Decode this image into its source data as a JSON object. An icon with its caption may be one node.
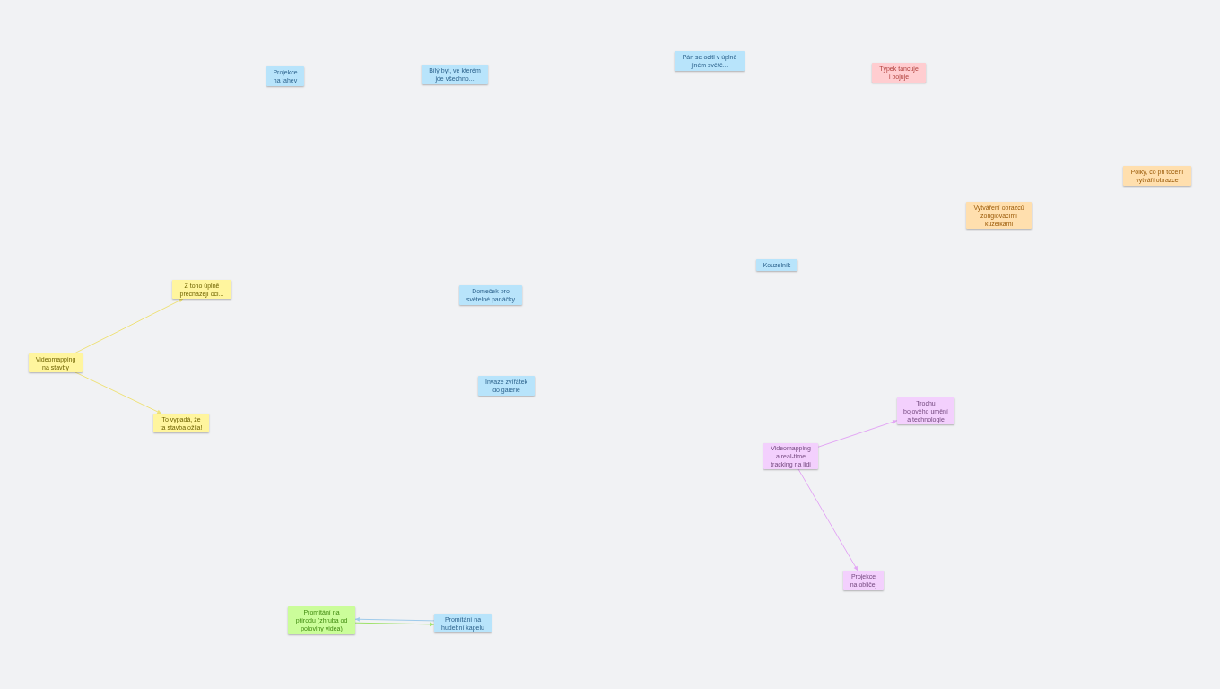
{
  "diagram": {
    "nodes": [
      {
        "text": [
          "Projekce na lahev"
        ]
      },
      {
        "text": [
          "Bílý byt, ve kterém jde všechno..."
        ]
      },
      {
        "text": [
          "Pán se ocitl v úplně jiném světě..."
        ]
      },
      {
        "text": [
          "Týpek tancuje i bojuje"
        ]
      },
      {
        "text": [
          "Poiky, co při točení vytváří obrazce"
        ]
      },
      {
        "text": [
          "Vytváření obrazců žonglovacími kuželkami"
        ]
      },
      {
        "text": [
          "Kouzelník"
        ]
      },
      {
        "text": [
          "Z toho úplně přecházejí oči..."
        ]
      },
      {
        "text": [
          "Domeček pro světelné panáčky"
        ]
      },
      {
        "text": [
          "Videomapping na stavby"
        ]
      },
      {
        "text": [
          "Invaze zvířátek do galerie"
        ]
      },
      {
        "text": [
          "Trochu bojového umění a technologie"
        ]
      },
      {
        "text": [
          "To vypadá, že ta stavba ožila!"
        ]
      },
      {
        "text": [
          "Videomapping a real-time tracking na lidi"
        ]
      },
      {
        "text": [
          "Projekce na obličej"
        ]
      },
      {
        "text": [
          "Promítání na přírodu (zhruba od poloviny videa)"
        ]
      },
      {
        "text": [
          "Promítání na hudební kapelu"
        ]
      }
    ],
    "edges": [
      {
        "from": 9,
        "to": 7,
        "arrow": "to",
        "color": "#efe27a"
      },
      {
        "from": 9,
        "to": 12,
        "arrow": "to",
        "color": "#efe27a"
      },
      {
        "from": 13,
        "to": 11,
        "arrow": "to",
        "color": "#e3a6f5"
      },
      {
        "from": 13,
        "to": 14,
        "arrow": "to",
        "color": "#e3a6f5"
      },
      {
        "from": 15,
        "to": 16,
        "arrow": "to",
        "color": "#9ee26a"
      },
      {
        "from": 16,
        "to": 15,
        "arrow": "to",
        "color": "#9fcbeb"
      }
    ]
  }
}
